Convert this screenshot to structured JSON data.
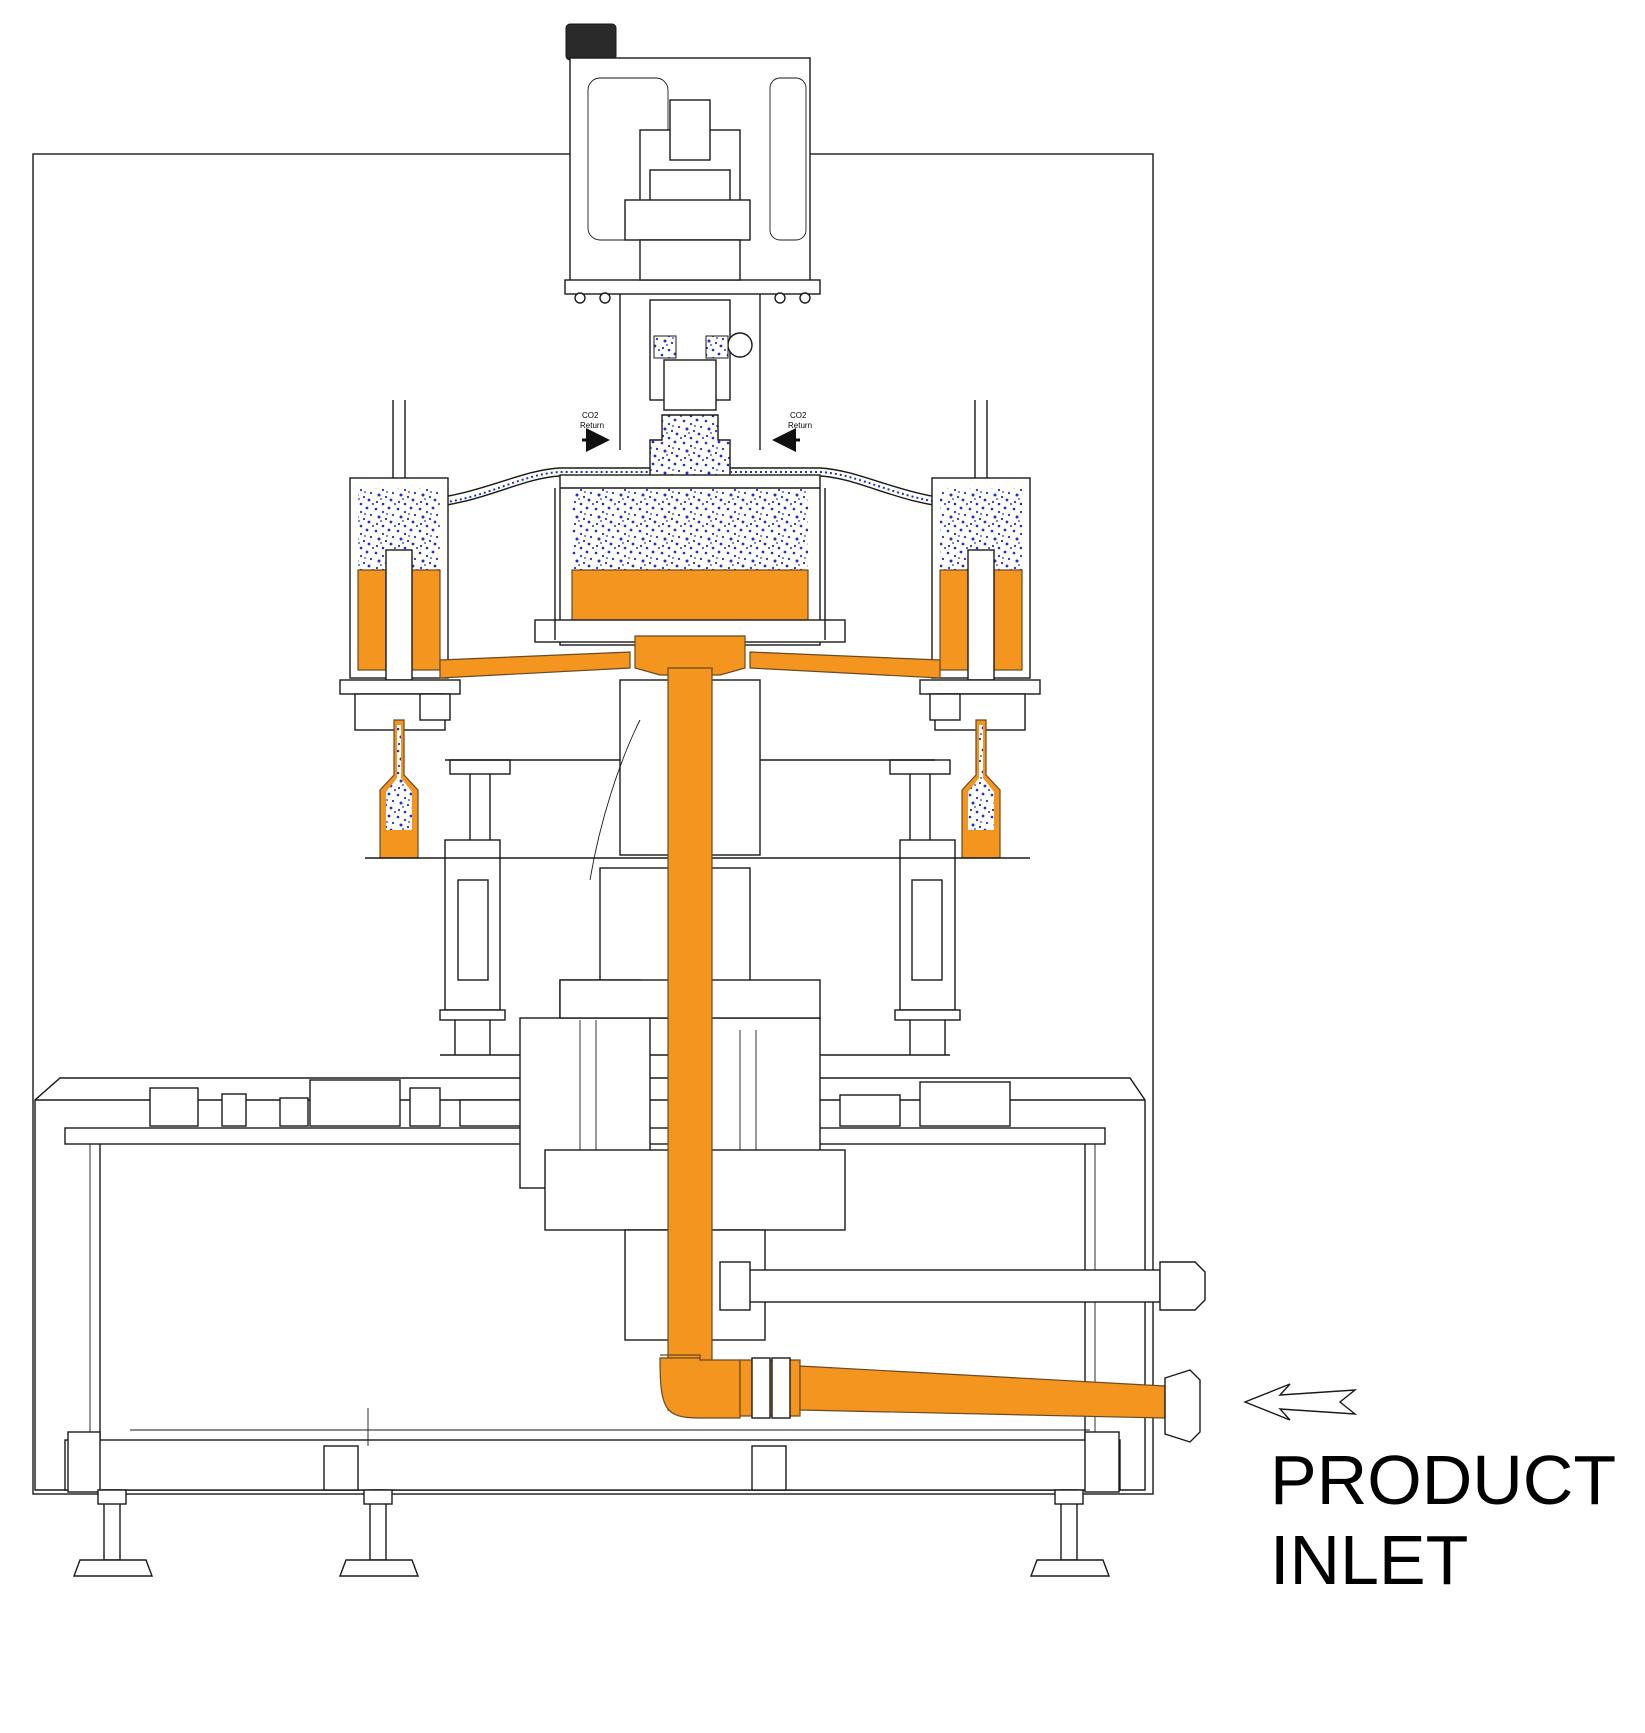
{
  "labels": {
    "product_inlet_line1": "PRODUCT",
    "product_inlet_line2": "INLET",
    "co2_return_left_line1": "CO2",
    "co2_return_left_line2": "Return",
    "co2_return_right_line1": "CO2",
    "co2_return_right_line2": "Return"
  },
  "colors": {
    "product": "#F3951F",
    "gas_bubbles": "#1E2FD0",
    "line": "#1A1A1A",
    "background": "#FFFFFF"
  }
}
